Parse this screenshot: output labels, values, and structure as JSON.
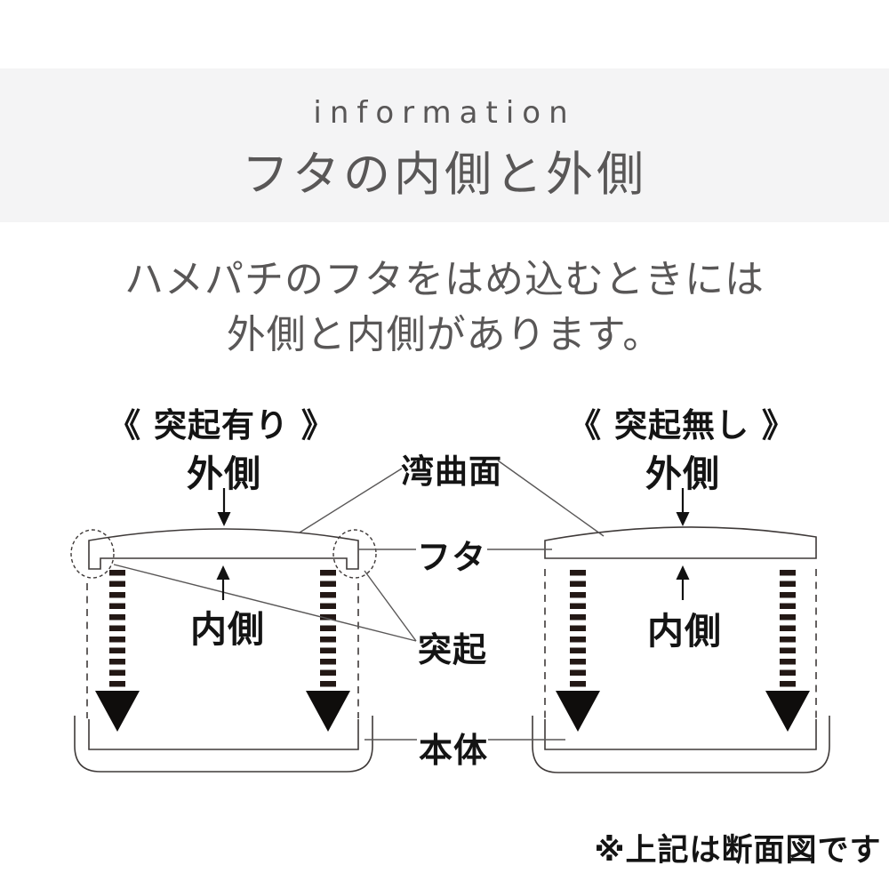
{
  "header": {
    "eyebrow": "information",
    "title": "フタの内側と外側"
  },
  "intro": {
    "line1": "ハメパチのフタをはめ込むときには",
    "line2": "外側と内側があります。"
  },
  "left_diagram": {
    "heading": "《 突起有り 》",
    "outer_label": "外側",
    "inner_label": "内側"
  },
  "right_diagram": {
    "heading": "《 突起無し 》",
    "outer_label": "外側",
    "inner_label": "内側"
  },
  "callouts": {
    "curved_surface": "湾曲面",
    "lid": "フタ",
    "protrusion": "突起",
    "body": "本体"
  },
  "note": "※上記は断面図です",
  "icons": {
    "outer_direction": "↓",
    "inner_direction": "↑"
  },
  "colors": {
    "band_background": "#f4f4f5",
    "header_text": "#595757",
    "intro_text": "#595757",
    "diagram_text": "#141414",
    "outline": "#3f3a39",
    "leader_line": "#595757",
    "arrow_fill": "#231815"
  }
}
